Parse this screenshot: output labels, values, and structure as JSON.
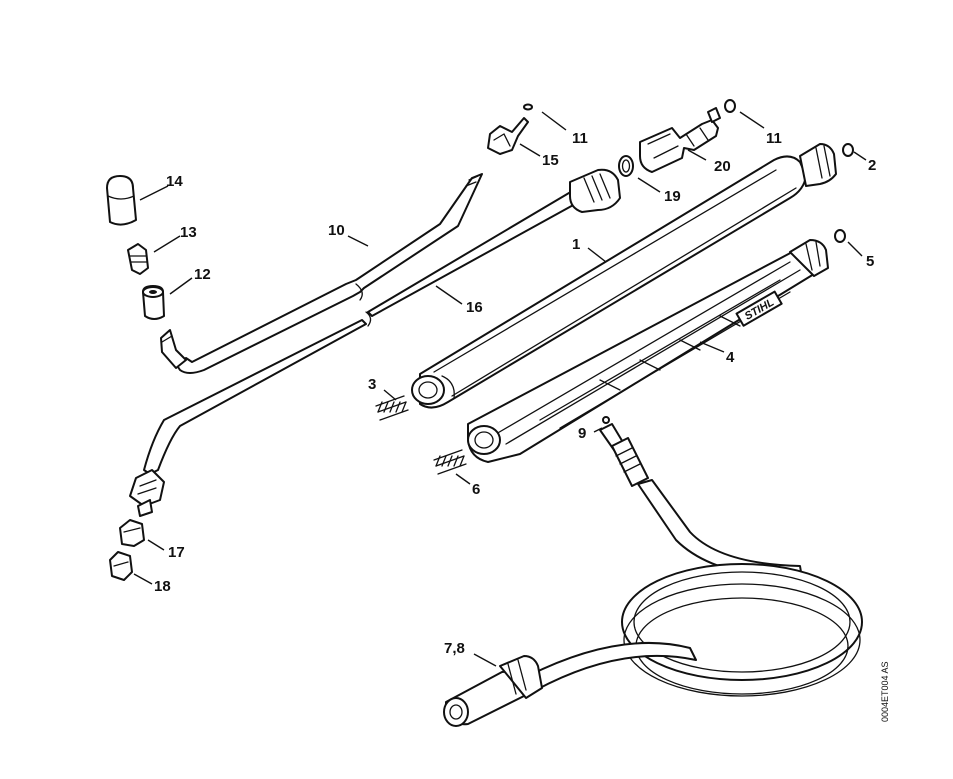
{
  "labels": {
    "l1": "1",
    "l2": "2",
    "l3": "3",
    "l4": "4",
    "l5": "5",
    "l6": "6",
    "l78": "7,8",
    "l9": "9",
    "l10": "10",
    "l11a": "11",
    "l11b": "11",
    "l12": "12",
    "l13": "13",
    "l14": "14",
    "l15": "15",
    "l16": "16",
    "l17": "17",
    "l18": "18",
    "l19": "19",
    "l20": "20"
  },
  "drawing_code": "0004ET004 AS",
  "brand_logo": "STIHL"
}
